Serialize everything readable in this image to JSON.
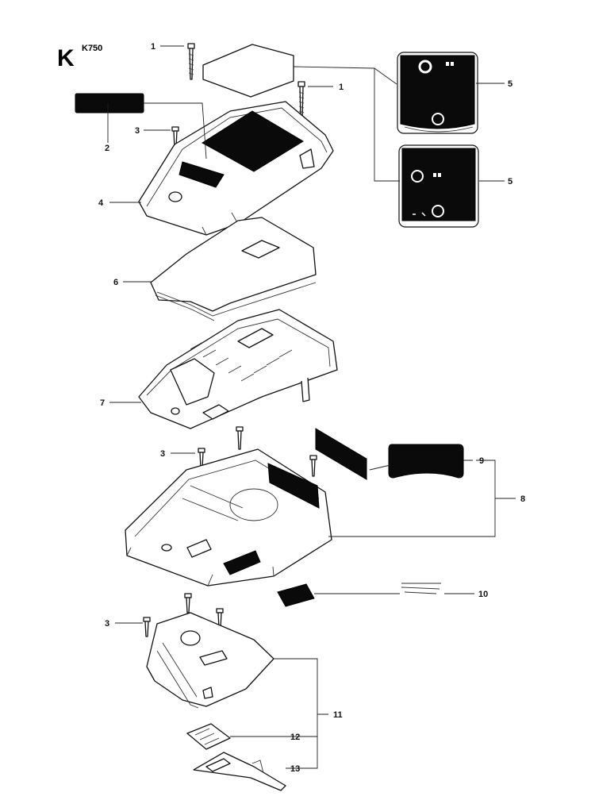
{
  "diagram": {
    "section_letter": "K",
    "model": "K750",
    "callouts": {
      "c1a": "1",
      "c1b": "1",
      "c2": "2",
      "c3a": "3",
      "c3b": "3",
      "c3c": "3",
      "c4": "4",
      "c5a": "5",
      "c5b": "5",
      "c6": "6",
      "c7": "7",
      "c8": "8",
      "c9": "9",
      "c10": "10",
      "c11": "11",
      "c12": "12",
      "c13": "13"
    }
  }
}
